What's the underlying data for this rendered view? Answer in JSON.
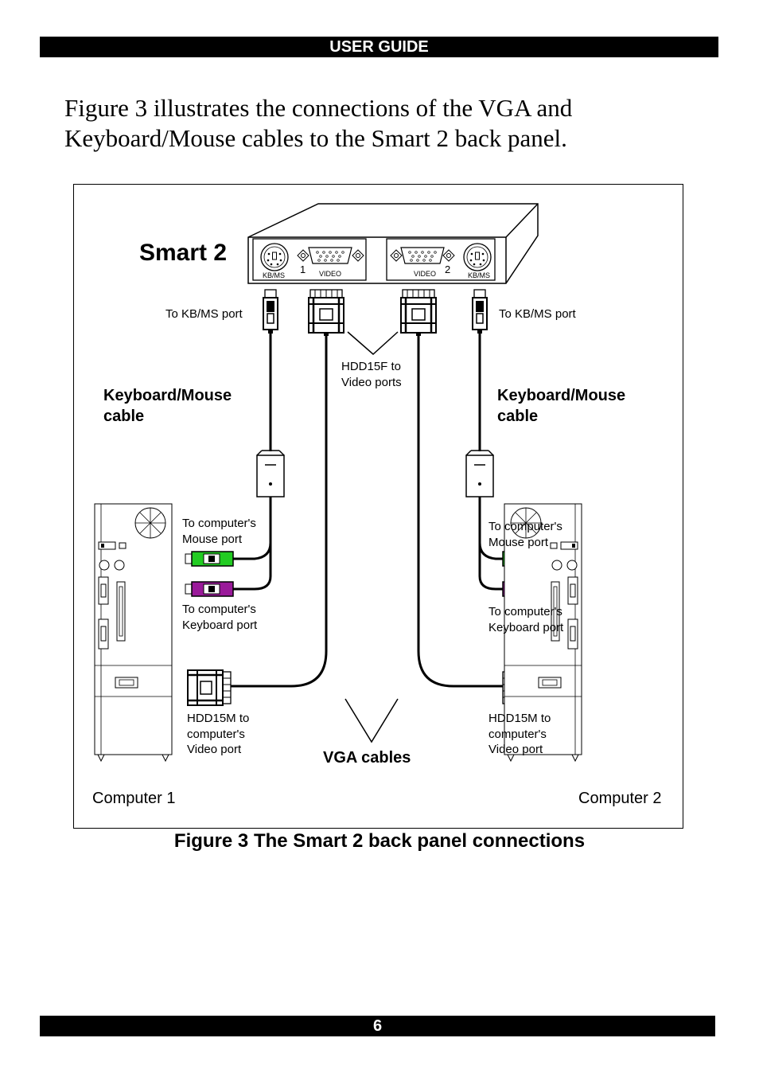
{
  "header": {
    "title": "USER GUIDE"
  },
  "intro_text": "Figure 3 illustrates the connections of the VGA and Keyboard/Mouse cables to the Smart 2 back panel.",
  "figure": {
    "device_name": "Smart 2",
    "port_labels": {
      "kbms": "KB/MS",
      "video": "VIDEO",
      "port1": "1",
      "port2": "2"
    },
    "to_kbms_left": "To KB/MS port",
    "to_kbms_right": "To KB/MS port",
    "hdd15f_line1": "HDD15F to",
    "hdd15f_line2": "Video ports",
    "kbm_cable_left_1": "Keyboard/Mouse",
    "kbm_cable_left_2": "cable",
    "kbm_cable_right_1": "Keyboard/Mouse",
    "kbm_cable_right_2": "cable",
    "mouse_port_left_1": "To computer's",
    "mouse_port_left_2": "Mouse port",
    "kbd_port_left_1": "To computer's",
    "kbd_port_left_2": "Keyboard port",
    "mouse_port_right_1": "To computer's",
    "mouse_port_right_2": "Mouse port",
    "kbd_port_right_1": "To computer's",
    "kbd_port_right_2": "Keyboard port",
    "hdd15m_left_1": "HDD15M to",
    "hdd15m_left_2": "computer's",
    "hdd15m_left_3": "Video port",
    "hdd15m_right_1": "HDD15M to",
    "hdd15m_right_2": "computer's",
    "hdd15m_right_3": "Video port",
    "vga_cables": "VGA cables",
    "computer1": "Computer 1",
    "computer2": "Computer 2",
    "colors": {
      "mouse_plug": "#22cc22",
      "keyboard_plug": "#9a1a9a"
    }
  },
  "caption": "Figure 3 The Smart 2 back panel connections",
  "footer": {
    "page_number": "6"
  }
}
